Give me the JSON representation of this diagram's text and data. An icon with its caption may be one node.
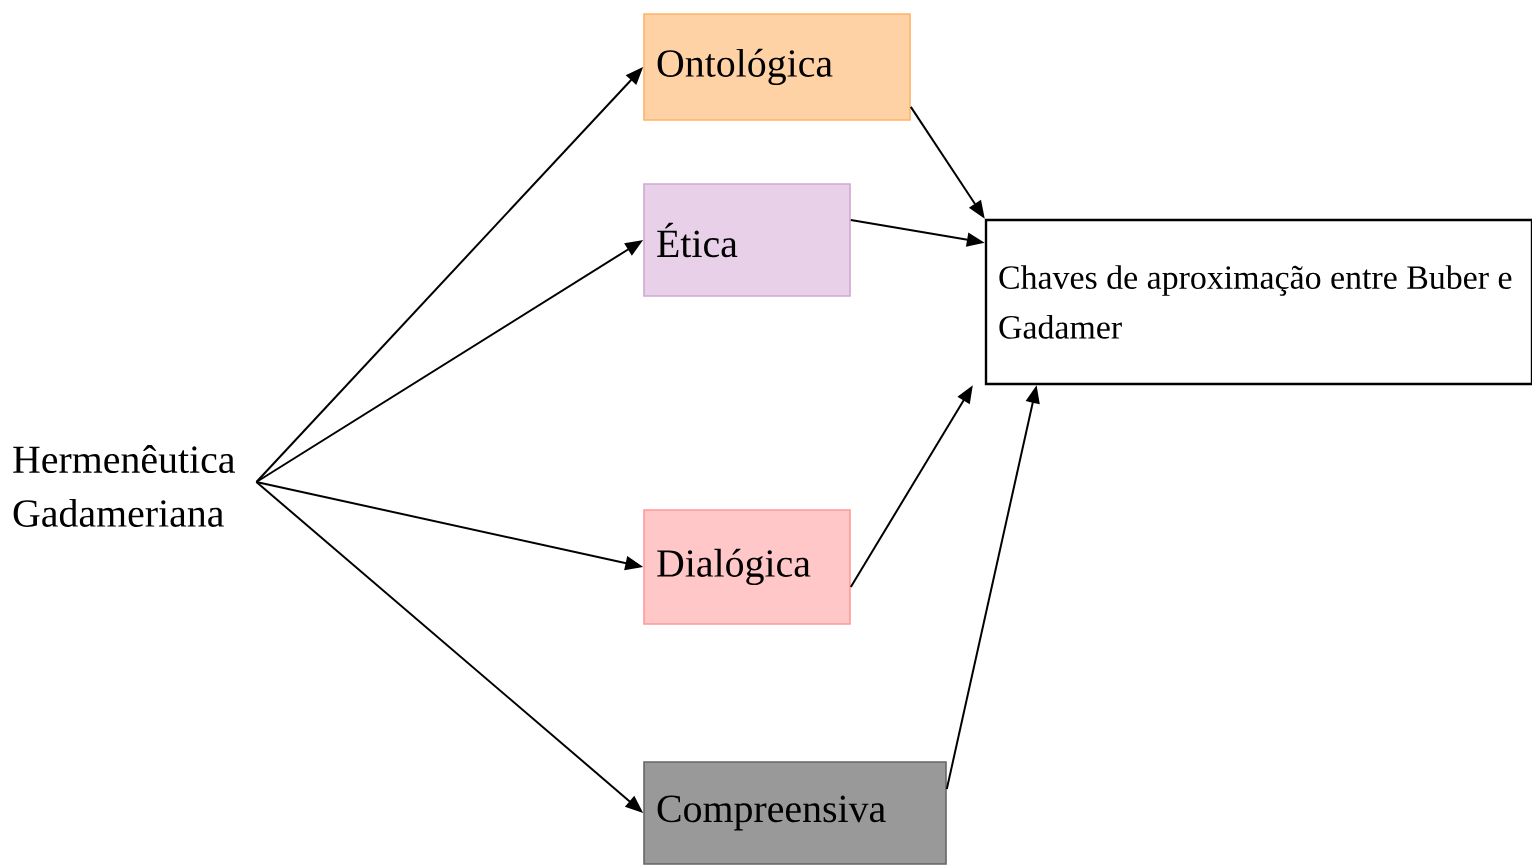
{
  "diagram": {
    "nodes": [
      {
        "text": [
          "Hermenêutica Gadameriana"
        ]
      },
      {
        "text": [
          "Ontológica"
        ]
      },
      {
        "text": [
          "Ética"
        ]
      },
      {
        "text": [
          "Chaves de aproximação entre Buber e Gadamer"
        ]
      },
      {
        "text": [
          "Dialógica"
        ]
      },
      {
        "text": [
          "Compreensiva"
        ]
      }
    ],
    "edges": [
      {
        "from": 0,
        "to": 1,
        "arrow": "to"
      },
      {
        "from": 0,
        "to": 2,
        "arrow": "to"
      },
      {
        "from": 0,
        "to": 4,
        "arrow": "to"
      },
      {
        "from": 0,
        "to": 5,
        "arrow": "to"
      },
      {
        "from": 1,
        "to": 3,
        "arrow": "to"
      },
      {
        "from": 2,
        "to": 3,
        "arrow": "to"
      },
      {
        "from": 4,
        "to": 3,
        "arrow": "to"
      },
      {
        "from": 5,
        "to": 3,
        "arrow": "to"
      }
    ]
  }
}
